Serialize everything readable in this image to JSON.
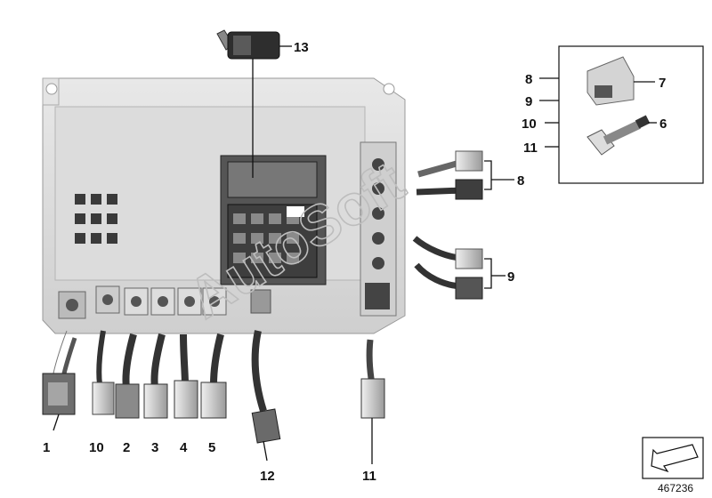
{
  "diagram_id": "467236",
  "watermark": "AutoSoft",
  "callouts": {
    "c1": "1",
    "c10": "10",
    "c2": "2",
    "c3": "3",
    "c4": "4",
    "c5": "5",
    "c12": "12",
    "c11": "11",
    "c13": "13",
    "c8_right": "8",
    "c9_right": "9",
    "inset_8": "8",
    "inset_9": "9",
    "inset_10": "10",
    "inset_11": "11",
    "inset_7": "7",
    "inset_6": "6"
  }
}
